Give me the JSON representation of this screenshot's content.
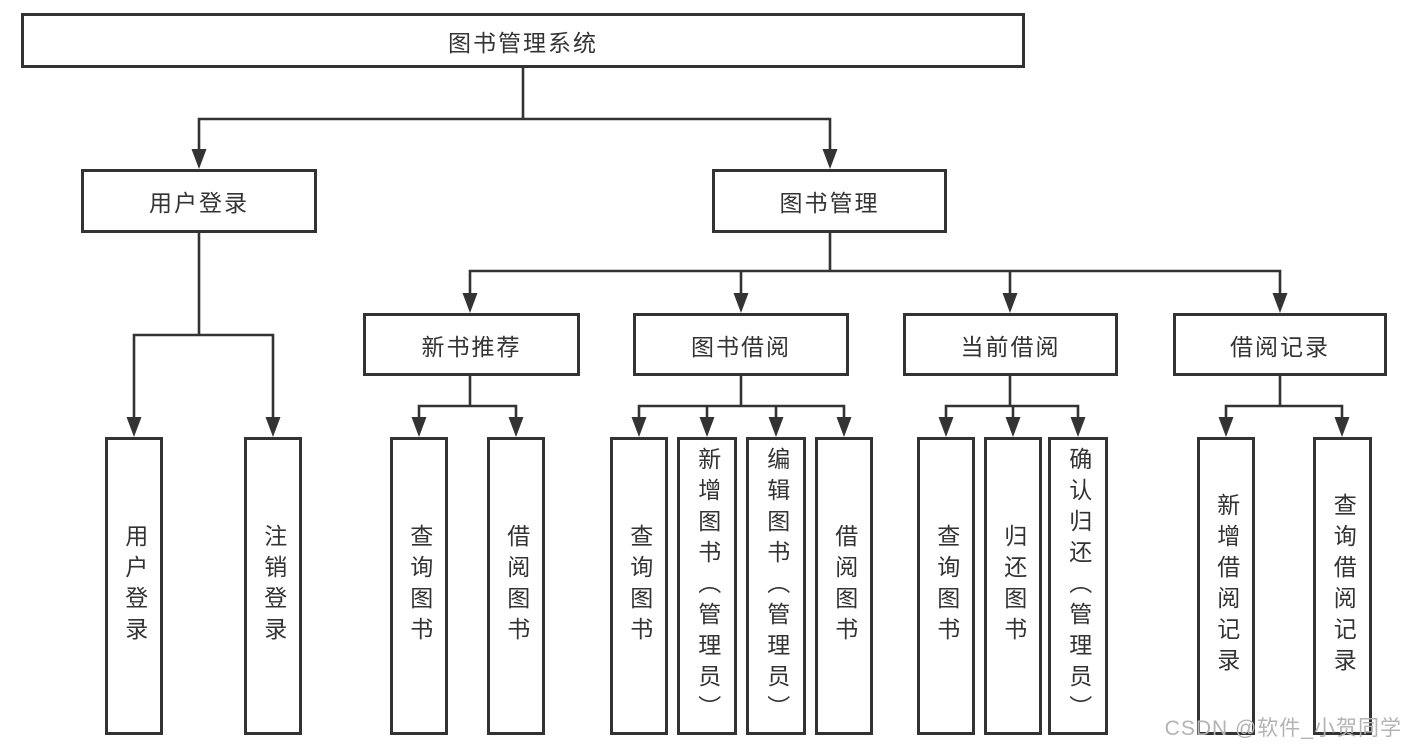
{
  "title": "图书管理系统",
  "branches": [
    {
      "label": "用户登录",
      "children": [
        "用户登录",
        "注销登录"
      ]
    },
    {
      "label": "图书管理",
      "groups": [
        {
          "label": "新书推荐",
          "children": [
            "查询图书",
            "借阅图书"
          ]
        },
        {
          "label": "图书借阅",
          "children": [
            "查询图书",
            "新增图书（管理员）",
            "编辑图书（管理员）",
            "借阅图书"
          ]
        },
        {
          "label": "当前借阅",
          "children": [
            "查询图书",
            "归还图书",
            "确认归还（管理员）"
          ]
        },
        {
          "label": "借阅记录",
          "children": [
            "新增借阅记录",
            "查询借阅记录"
          ]
        }
      ]
    }
  ],
  "watermark": "CSDN @软件_小贺同学",
  "colors": {
    "line": "#333333",
    "text": "#333333",
    "box_background": "#ffffff",
    "watermark": "#b3b3b3",
    "background": "#ffffff"
  }
}
